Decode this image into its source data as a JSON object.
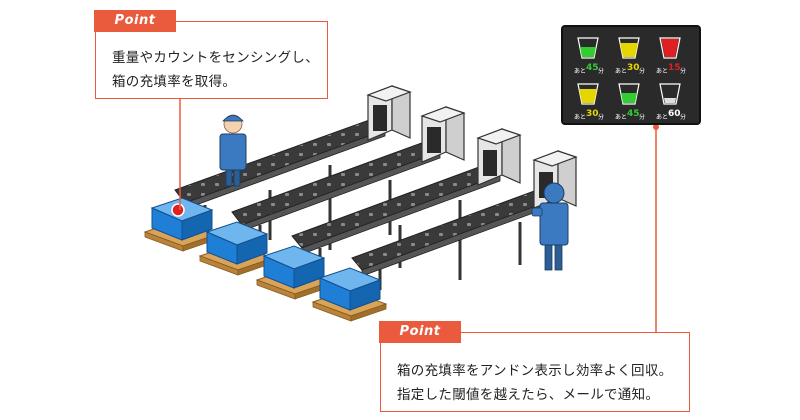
{
  "callout_top": {
    "tag": "Point",
    "line1": "重量やカウントをセンシングし、",
    "line2": "箱の充填率を取得。"
  },
  "callout_bottom": {
    "tag": "Point",
    "line1": "箱の充填率をアンドン表示し効率よく回収。",
    "line2": "指定した閾値を越えたら、メールで通知。"
  },
  "andon": {
    "prefix": "あと",
    "cells": [
      {
        "value": "45",
        "unit": "分",
        "color": "#33cc33"
      },
      {
        "value": "30",
        "unit": "分",
        "color": "#e6d600"
      },
      {
        "value": "15",
        "unit": "分",
        "color": "#e02020"
      },
      {
        "value": "30",
        "unit": "分",
        "color": "#e6d600"
      },
      {
        "value": "45",
        "unit": "分",
        "color": "#33cc33"
      },
      {
        "value": "60",
        "unit": "分",
        "color": "#ffffff"
      }
    ]
  },
  "colors": {
    "accent": "#ea5a3c",
    "box": "#1f7fd6",
    "belt": "#3a3a3a",
    "pallet": "#d8a45a"
  }
}
